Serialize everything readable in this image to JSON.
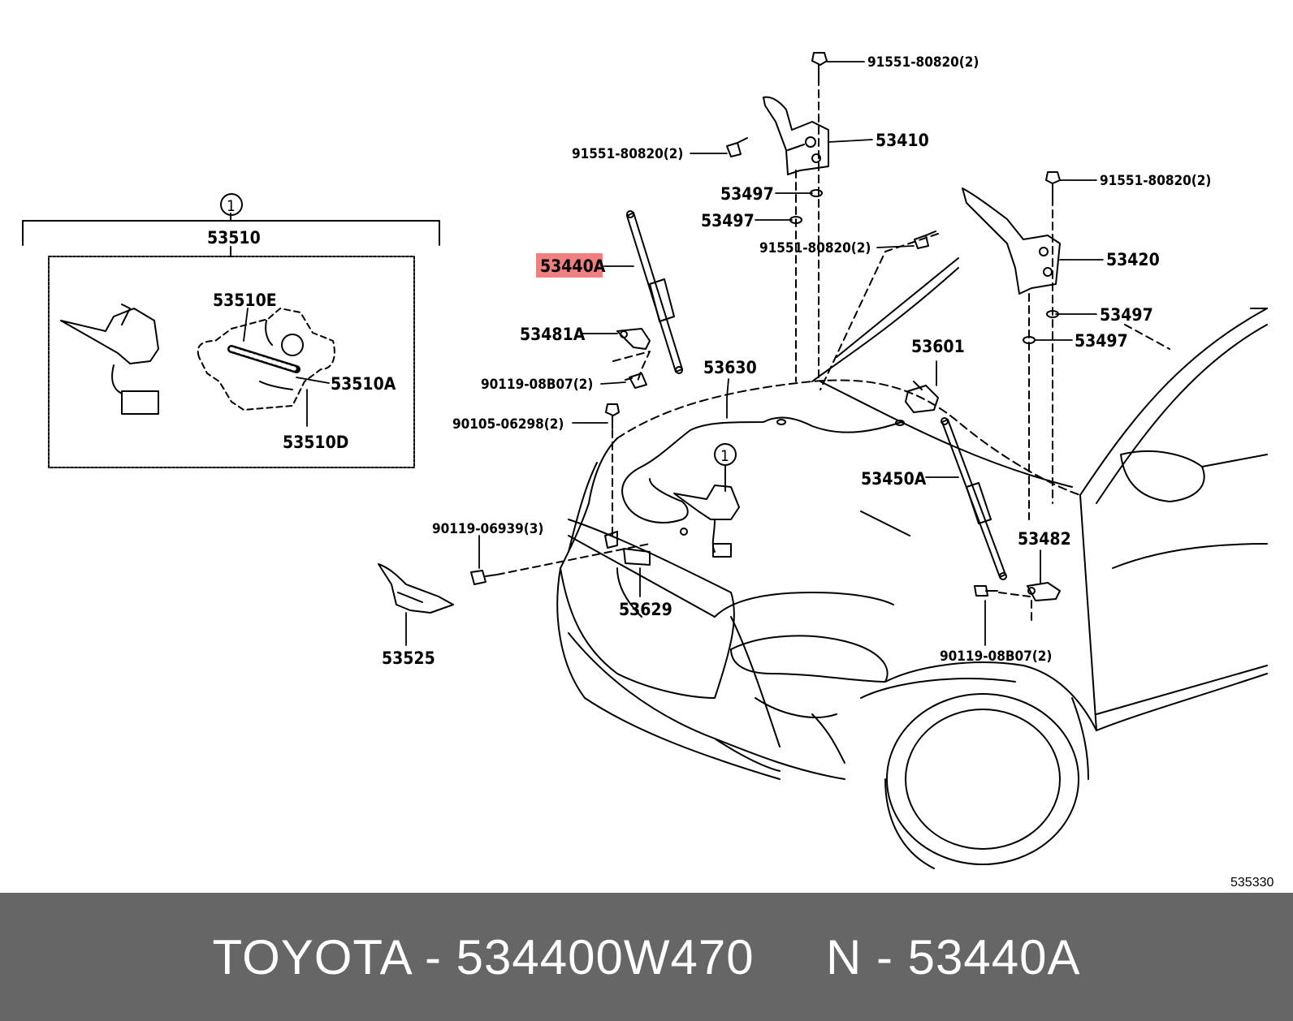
{
  "diagram": {
    "group_marker": "1",
    "callouts": {
      "bolt_top": "91551-80820(2)",
      "hinge_left": "53410",
      "bolt_left_hinge": "91551-80820(2)",
      "washer_a": "53497",
      "washer_b": "53497",
      "bolt_mid": "91551-80820(2)",
      "bolt_right_top": "91551-80820(2)",
      "hinge_right": "53420",
      "washer_c": "53497",
      "washer_d": "53497",
      "strut_left": "53440A",
      "bracket_left": "53481A",
      "bolt_strut_left": "90119-08B07(2)",
      "bolt_lock": "90105-06298(2)",
      "cable": "53630",
      "bracket_right": "53601",
      "strut_right": "53450A",
      "bracket_right_lower": "53482",
      "bolt_strut_right": "90119-08B07(2)",
      "bolt_support": "90119-06939(3)",
      "lock_support": "53629",
      "hook": "53525",
      "lock_assembly": "53510",
      "lock_sub_e": "53510E",
      "lock_sub_a": "53510A",
      "lock_sub_d": "53510D"
    },
    "highlight_color": "#f08080",
    "diagram_number": "535330"
  },
  "footer": {
    "brand": "TOYOTA",
    "part_number": "534400W470",
    "index": "53440A",
    "text": "TOYOTA - 534400W470     N - 53440A"
  }
}
